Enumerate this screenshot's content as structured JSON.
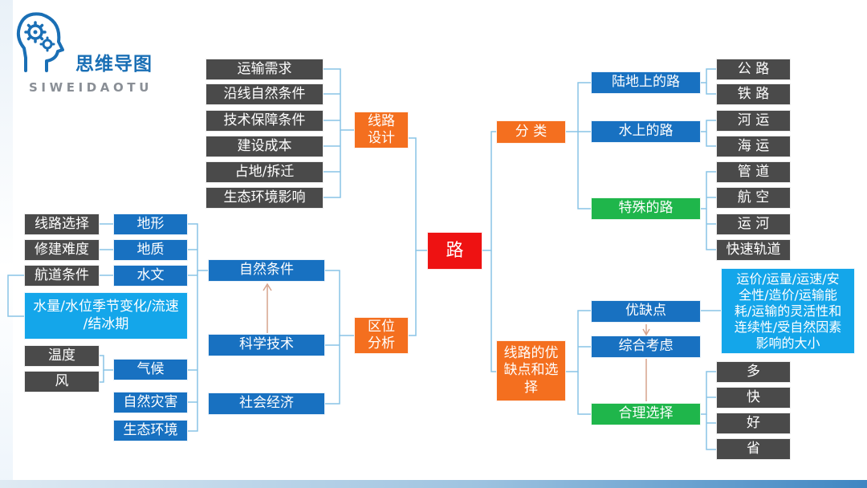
{
  "logo": {
    "title": "思维导图",
    "subtitle": "SIWEIDAOTU",
    "icon": "head-gears-icon"
  },
  "colors": {
    "gray": "#4a4a4a",
    "blue": "#1871c1",
    "cyan": "#14a6ea",
    "green": "#1fb64b",
    "orange": "#f46f1f",
    "red": "#ee1212",
    "line": "#89c4e6",
    "arrow": "#d6a38c"
  },
  "nodes": {
    "center": "路",
    "route_design": "线路\n设计",
    "transport_demand": "运输需求",
    "natural_conditions_along": "沿线自然条件",
    "tech_support": "技术保障条件",
    "construction_cost": "建设成本",
    "land_demolition": "占地/拆迁",
    "eco_impact": "生态环境影响",
    "location_analysis": "区位\n分析",
    "natural_conditions": "自然条件",
    "sci_tech": "科学技术",
    "socio_economy": "社会经济",
    "terrain": "地形",
    "geology": "地质",
    "hydrology": "水文",
    "climate": "气候",
    "natural_disaster": "自然灾害",
    "eco_environment": "生态环境",
    "route_selection": "线路选择",
    "build_difficulty": "修建难度",
    "waterway_conditions": "航道条件",
    "water_detail": "水量/水位季节变化/流速\n/结冰期",
    "temperature": "温度",
    "wind": "风",
    "classification": "分 类",
    "land_road": "陆地上的路",
    "water_road": "水上的路",
    "special_road": "特殊的路",
    "highway": "公 路",
    "railway": "铁 路",
    "river_transport": "河 运",
    "sea_transport": "海 运",
    "pipeline": "管 道",
    "aviation": "航 空",
    "canal": "运 河",
    "rapid_rail": "快速轨道",
    "pros_cons": "线路的优\n缺点和选\n择",
    "pros_cons_item": "优缺点",
    "comprehensive": "综合考虑",
    "reasonable_choice": "合理选择",
    "pros_detail": "运价/运量/运速/安\n全性/造价/运输能\n耗/运输的灵活性和\n连续性/受自然因素\n影响的大小",
    "more": "多",
    "fast": "快",
    "good": "好",
    "economical": "省"
  }
}
